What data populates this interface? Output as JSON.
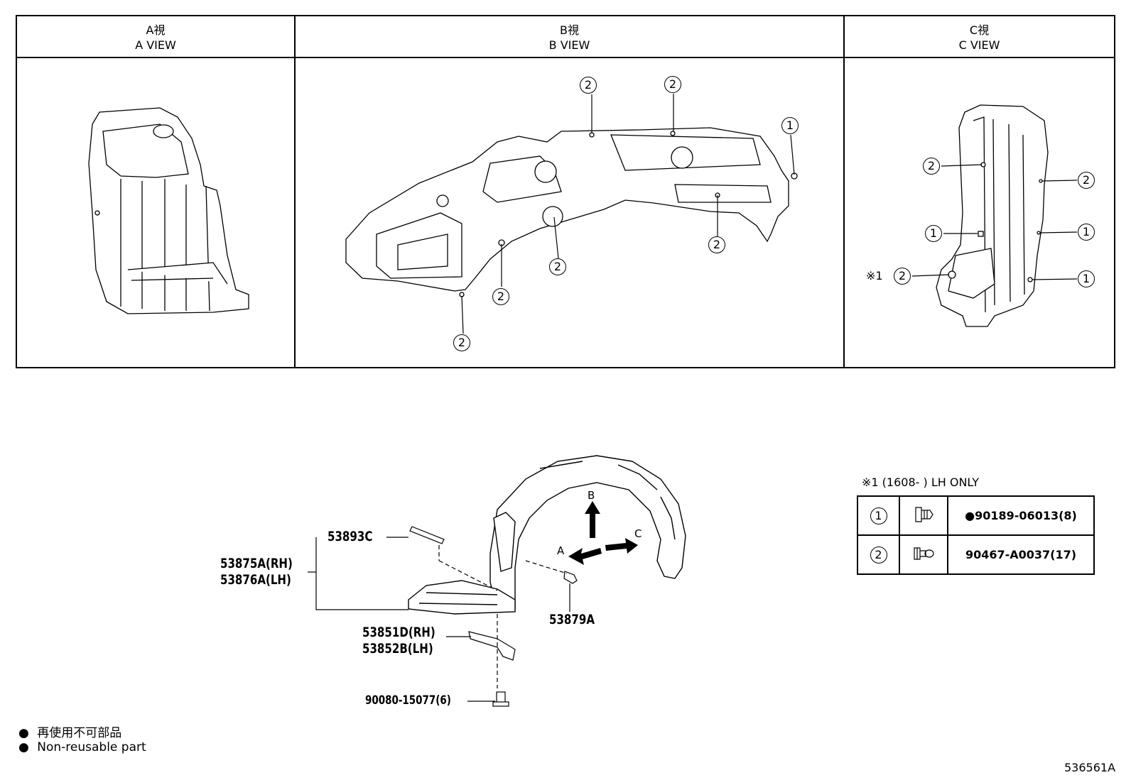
{
  "views": [
    {
      "jp": "A視",
      "en": "A VIEW"
    },
    {
      "jp": "B視",
      "en": "B VIEW"
    },
    {
      "jp": "C視",
      "en": "C VIEW"
    }
  ],
  "callouts": {
    "one": "1",
    "two": "2"
  },
  "c_view_note_marker": "※1",
  "arrows": {
    "a": "A",
    "b": "B",
    "c": "C"
  },
  "parts": {
    "p53893C": "53893C",
    "p53875A": "53875A(RH)",
    "p53876A": "53876A(LH)",
    "p53879A": "53879A",
    "p53851D": "53851D(RH)",
    "p53852B": "53852B(LH)",
    "p90080": "90080-15077(6)"
  },
  "legend": {
    "note": "※1 (1608-        ) LH ONLY",
    "rows": [
      {
        "num": "1",
        "part": "●90189-06013(8)"
      },
      {
        "num": "2",
        "part": "90467-A0037(17)"
      }
    ]
  },
  "footnotes": {
    "jp": "再使用不可部品",
    "en": "Non-reusable part",
    "bullet": "●"
  },
  "diagram_id": "536561A"
}
